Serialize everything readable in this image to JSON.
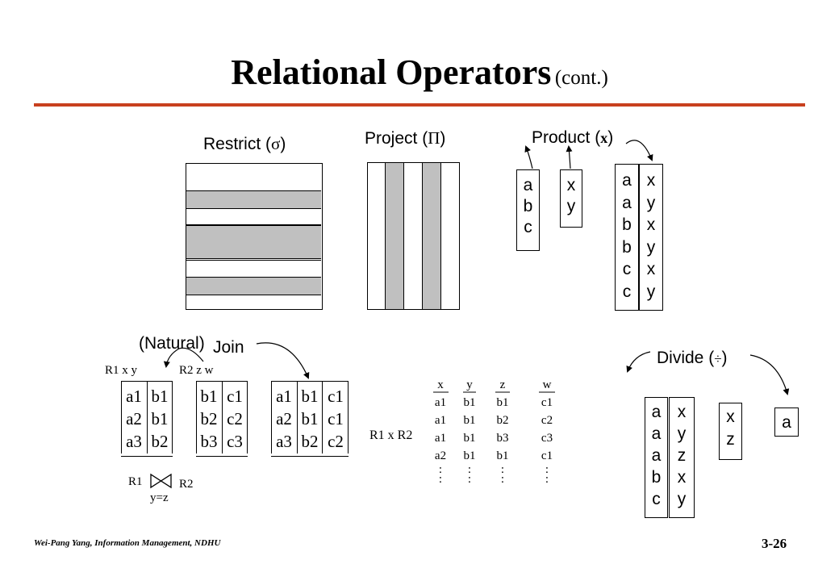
{
  "title": {
    "main": "Relational Operators",
    "sub": "(cont.)"
  },
  "restrict": {
    "label": "Restrict (",
    "symbol": "σ",
    "close": ")"
  },
  "project": {
    "label": "Project (",
    "symbol": "Π",
    "close": ")"
  },
  "product": {
    "label": "Product (",
    "symbol": "x",
    "close": ")",
    "col_abc": [
      "a",
      "b",
      "c"
    ],
    "col_xy": [
      "x",
      "y"
    ],
    "result_left": [
      "a",
      "a",
      "b",
      "b",
      "c",
      "c"
    ],
    "result_right": [
      "x",
      "y",
      "x",
      "y",
      "x",
      "y"
    ]
  },
  "join": {
    "natural": "(Natural)",
    "join_word": "Join",
    "r1_header": "R1 x    y",
    "r2_header": "R2  z     w",
    "r1_x": [
      "a1",
      "a2",
      "a3"
    ],
    "r1_y": [
      "b1",
      "b1",
      "b2"
    ],
    "r2_z": [
      "b1",
      "b2",
      "b3"
    ],
    "r2_w": [
      "c1",
      "c2",
      "c3"
    ],
    "res_a": [
      "a1",
      "a2",
      "a3"
    ],
    "res_b": [
      "b1",
      "b1",
      "b2"
    ],
    "res_c": [
      "c1",
      "c1",
      "c2"
    ],
    "formula_r1": "R1",
    "formula_r2": "R2",
    "formula_cond": "y=z"
  },
  "cartesian": {
    "label": "R1 x R2",
    "headers": [
      "x",
      "y",
      "z",
      "w"
    ],
    "col_x": [
      "a1",
      "a1",
      "a1",
      "a2",
      ":",
      ":"
    ],
    "col_y": [
      "b1",
      "b1",
      "b1",
      "b1",
      ":",
      ":"
    ],
    "col_z": [
      "b1",
      "b2",
      "b3",
      "b1",
      ":",
      ":"
    ],
    "col_w": [
      "c1",
      "c2",
      "c3",
      "c1",
      ":",
      ":"
    ]
  },
  "divide": {
    "label": "Divide (",
    "symbol": "÷",
    "close": ")",
    "col_a": [
      "a",
      "a",
      "a",
      "b",
      "c"
    ],
    "col_b": [
      "x",
      "y",
      "z",
      "x",
      "y"
    ],
    "col_c": [
      "x",
      "z"
    ],
    "result": "a"
  },
  "footer": {
    "author": "Wei-Pang Yang, Information Management, NDHU",
    "page": "3-26"
  }
}
